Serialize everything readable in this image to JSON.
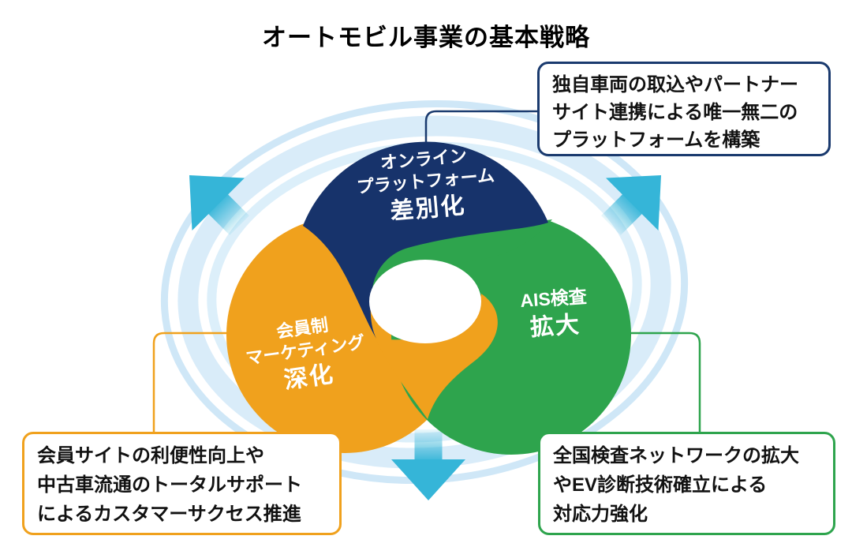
{
  "title": "オートモビル事業の基本戦略",
  "circles": {
    "online": {
      "line1": "オンライン",
      "line2": "プラットフォーム",
      "keyword": "差別化",
      "color": "#17336B"
    },
    "membership": {
      "line1": "会員制",
      "line2": "マーケティング",
      "keyword": "深化",
      "color": "#F0A11D"
    },
    "inspection": {
      "line1": "AIS検査",
      "keyword": "拡大",
      "color": "#2EA44D"
    }
  },
  "callouts": {
    "top_right": {
      "line1": "独自車両の取込やパートナー",
      "line2": "サイト連携による唯一無二の",
      "line3": "プラットフォームを構築",
      "border_color": "#1A3A6E"
    },
    "bottom_left": {
      "line1": "会員サイトの利便性向上や",
      "line2": "中古車流通のトータルサポート",
      "line3": "によるカスタマーサクセス推進",
      "border_color": "#F0A11D"
    },
    "bottom_right": {
      "line1": "全国検査ネットワークの拡大",
      "line2": "やEV診断技術確立による",
      "line3": "対応力強化",
      "border_color": "#2EA44D"
    }
  },
  "decor": {
    "arrow_color": "#35B5D8",
    "ring_color": "#CFE7F7",
    "ring_color_light": "#DCEFFA",
    "center_hole_color": "#FFFFFF"
  }
}
